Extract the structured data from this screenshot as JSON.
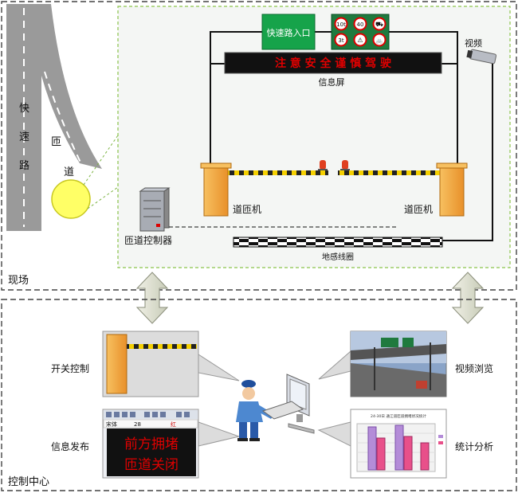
{
  "road": {
    "main_chars": [
      "快",
      "速",
      "路"
    ],
    "ramp_chars": [
      "匝",
      "道"
    ]
  },
  "field": {
    "entrance_sign": "快速路入口",
    "led_text": "注 意 安 全 谨 慎 驾 驶",
    "screen_label": "信息屏",
    "camera_label": "视频",
    "gate_left_label": "道匝机",
    "gate_right_label": "道匝机",
    "controller_label": "匝道控制器",
    "loop_label": "地感线圈",
    "section_label": "现场",
    "traffic_signs": [
      "10t",
      "40",
      "⛟",
      "3t",
      "⚠",
      "🚲"
    ]
  },
  "center": {
    "section_label": "控制中心",
    "switch_label": "开关控制",
    "video_label": "视频浏览",
    "publish_label": "信息发布",
    "stats_label": "统计分析",
    "editor_font": "宋体",
    "editor_size": "28",
    "editor_color": "红",
    "editor_line1": "前方拥堵",
    "editor_line2": "匝道关闭",
    "stats_title": "24-30日 通江道匝道拥堵状况统计"
  },
  "colors": {
    "led_red": "#e00000",
    "sign_green": "#16a34a",
    "gate_orange": "#f0a030",
    "lamp_yellow": "#ffff66",
    "field_bg": "#f4f6f4"
  }
}
